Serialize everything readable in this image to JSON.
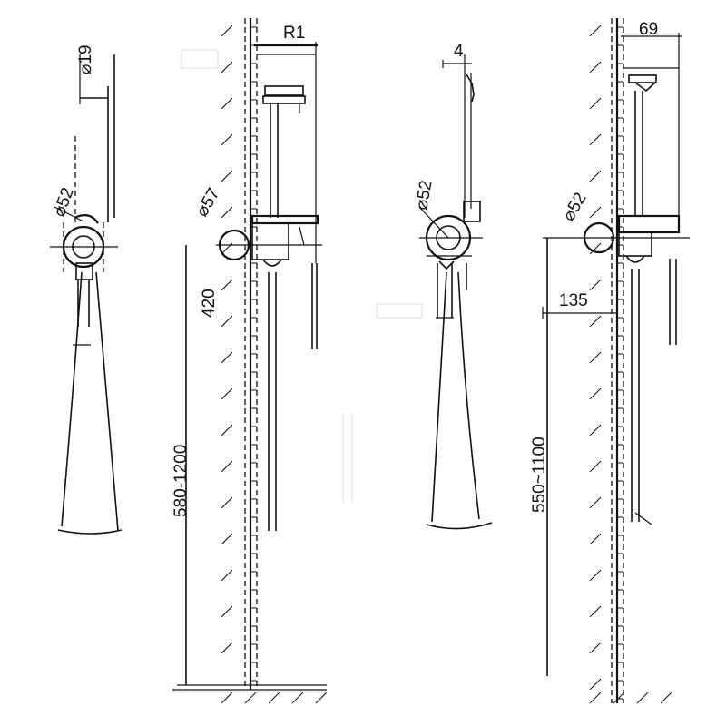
{
  "drawing": {
    "labels": {
      "d1_slide_bar_left": "⌀19",
      "d2_handshower_left": "⌀52",
      "d3_bracket_top": "R1",
      "d4_valve_mid": "⌀57",
      "d5_height_mid": "420",
      "d6_rail_range": "580-1200",
      "d7_offset_right": "4",
      "d8_handshower_right": "⌀52",
      "d9_bracket_right": "69",
      "d10_valve_right": "⌀52",
      "d11_projection_right": "135",
      "d12_height_right": "550~1100"
    },
    "colors": {
      "line": "#111111",
      "background": "#ffffff"
    }
  }
}
